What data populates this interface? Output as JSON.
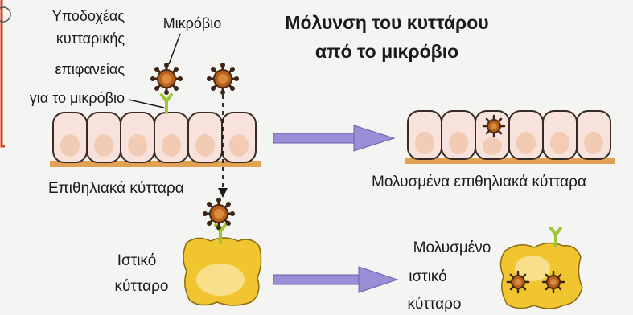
{
  "title": {
    "line1": "Μόλυνση του κυττάρου",
    "line2": "από το μικρόβιο"
  },
  "labels": {
    "receptor": [
      "Υποδοχέας",
      "κυτταρικής",
      "επιφανείας",
      "για το μικρόβιο"
    ],
    "microbe": "Μικρόβιο",
    "epithelial_cells": "Επιθηλιακά κύτταρα",
    "infected_epithelial": "Μολυσμένα επιθηλιακά κύτταρα",
    "tissue_cell": [
      "Ιστικό",
      "κύτταρο"
    ],
    "infected_tissue": [
      "Μολυσμένο",
      "ιστικό",
      "κύτταρο"
    ]
  },
  "colors": {
    "cell_fill": "#f7e3dc",
    "cell_border": "#3a2a25",
    "nucleus": "#f1cbb4",
    "base": "#e2a052",
    "microbe_body": "#b9611b",
    "microbe_spike": "#3b2415",
    "receptor": "#9ec53c",
    "tissue_fill": "#f0c530",
    "tissue_nucleus": "#f8e08a",
    "arrow": "#9a8fd6",
    "accent_frame": "#d5431c"
  }
}
